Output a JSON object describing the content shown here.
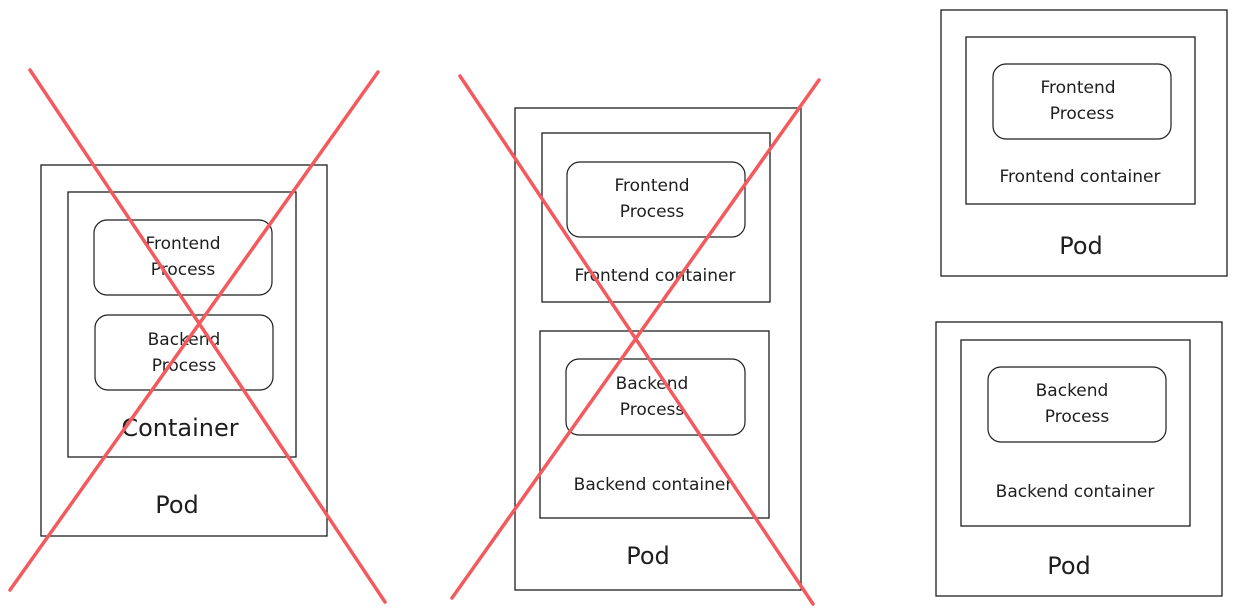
{
  "diagram": {
    "option1": {
      "process1": [
        "Frontend",
        "Process"
      ],
      "process2": [
        "Backend",
        "Process"
      ],
      "container": "Container",
      "pod": "Pod",
      "rejected": true
    },
    "option2": {
      "process1": [
        "Frontend",
        "Process"
      ],
      "container1": "Frontend container",
      "process2": [
        "Backend",
        "Process"
      ],
      "container2": "Backend container",
      "pod": "Pod",
      "rejected": true
    },
    "option3": {
      "frontend_pod": {
        "process": [
          "Frontend",
          "Process"
        ],
        "container": "Frontend container",
        "pod": "Pod"
      },
      "backend_pod": {
        "process": [
          "Backend",
          "Process"
        ],
        "container": "Backend container",
        "pod": "Pod"
      }
    },
    "colors": {
      "stroke": "#1e1e1e",
      "cross": "#f25a5e"
    }
  }
}
